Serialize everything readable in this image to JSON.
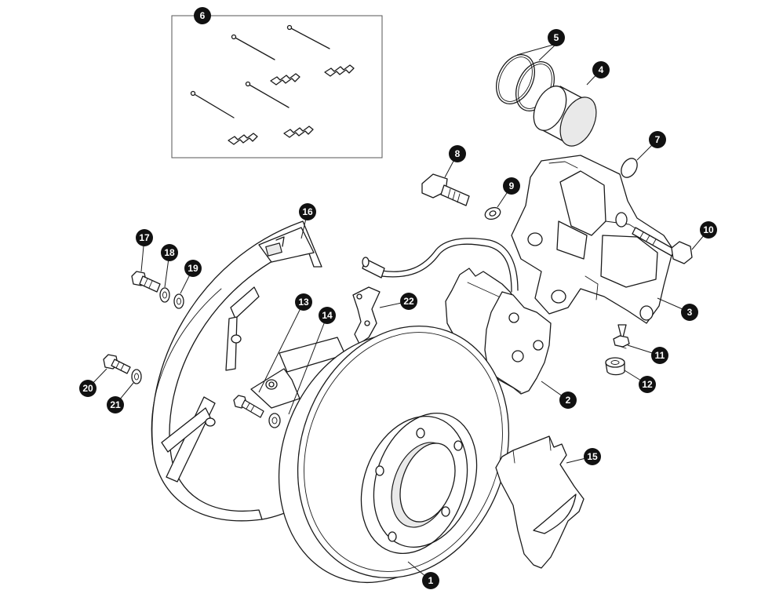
{
  "diagram": {
    "callouts": [
      {
        "id": "c1",
        "label": "1"
      },
      {
        "id": "c2",
        "label": "2"
      },
      {
        "id": "c3",
        "label": "3"
      },
      {
        "id": "c4",
        "label": "4"
      },
      {
        "id": "c5",
        "label": "5"
      },
      {
        "id": "c6",
        "label": "6"
      },
      {
        "id": "c7",
        "label": "7"
      },
      {
        "id": "c8",
        "label": "8"
      },
      {
        "id": "c9",
        "label": "9"
      },
      {
        "id": "c10",
        "label": "10"
      },
      {
        "id": "c11",
        "label": "11"
      },
      {
        "id": "c12",
        "label": "12"
      },
      {
        "id": "c13",
        "label": "13"
      },
      {
        "id": "c14",
        "label": "14"
      },
      {
        "id": "c15",
        "label": "15"
      },
      {
        "id": "c16",
        "label": "16"
      },
      {
        "id": "c17",
        "label": "17"
      },
      {
        "id": "c18",
        "label": "18"
      },
      {
        "id": "c19",
        "label": "19"
      },
      {
        "id": "c20",
        "label": "20"
      },
      {
        "id": "c21",
        "label": "21"
      },
      {
        "id": "c22",
        "label": "22"
      }
    ]
  }
}
